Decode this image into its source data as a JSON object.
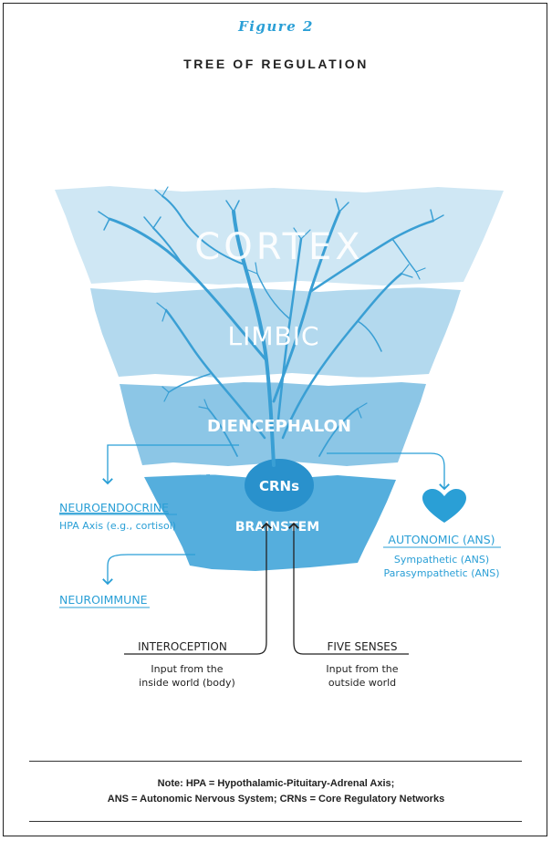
{
  "figure": {
    "label": "Figure 2",
    "title": "TREE OF REGULATION"
  },
  "layers": {
    "cortex": "CORTEX",
    "limbic": "LIMBIC",
    "diencephalon": "DIENCEPHALON",
    "crns": "CRNs",
    "brainstem": "BRAINSTEM"
  },
  "left": {
    "neuroendocrine": "NEUROENDOCRINE",
    "hpa": "HPA Axis (e.g., cortisol)",
    "neuroimmune": "NEUROIMMUNE"
  },
  "right": {
    "autonomic": "AUTONOMIC (ANS)",
    "sympathetic": "Sympathetic (ANS)",
    "parasympathetic": "Parasympathetic (ANS)"
  },
  "inputs": {
    "interoception": {
      "title": "INTEROCEPTION",
      "line1": "Input from the",
      "line2": "inside world (body)"
    },
    "five_senses": {
      "title": "FIVE SENSES",
      "line1": "Input from the",
      "line2": "outside world"
    }
  },
  "note": {
    "line1": "Note: HPA = Hypothalamic-Pituitary-Adrenal Axis;",
    "line2": "ANS = Autonomic Nervous System; CRNs = Core Regulatory Networks"
  },
  "colors": {
    "accent": "#2a9fd6",
    "cortex": "#cfe7f4",
    "limbic": "#b3d9ee",
    "diencephalon": "#8cc6e6",
    "brainstem": "#55aedd",
    "crn_core": "#2991cc",
    "branch": "#3a9fd4"
  }
}
